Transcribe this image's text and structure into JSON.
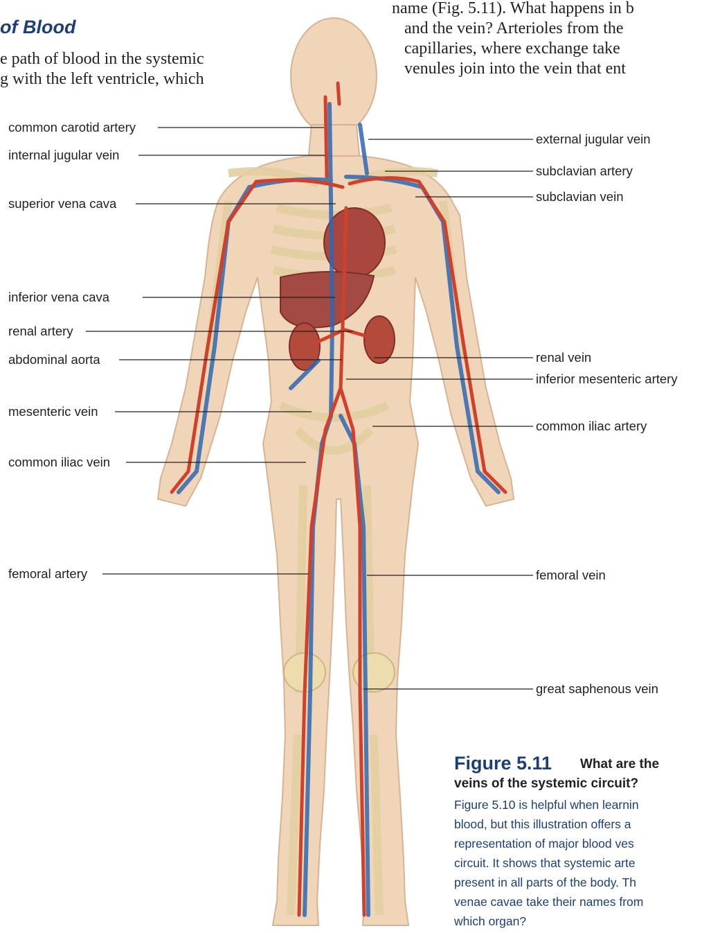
{
  "section_title": "of Blood",
  "intro_left": [
    "e path of blood in the systemic",
    "g with the left ventricle, which"
  ],
  "intro_right": [
    "name (Fig. 5.11). What happens in b",
    "and the vein? Arterioles from the",
    "capillaries, where exchange take",
    "venules join into the vein that ent"
  ],
  "labels_left": [
    "common carotid artery",
    "internal jugular vein",
    "superior vena cava",
    "inferior vena cava",
    "renal artery",
    "abdominal aorta",
    "mesenteric vein",
    "common iliac vein",
    "femoral artery"
  ],
  "labels_right": [
    "external jugular vein",
    "subclavian artery",
    "subclavian vein",
    "renal vein",
    "inferior mesenteric artery",
    "common iliac artery",
    "femoral vein",
    "great saphenous vein"
  ],
  "caption": {
    "figure_number": "Figure 5.11",
    "question_line1": "What are the",
    "question_line2": "veins of the systemic circuit?",
    "body": [
      "Figure 5.10 is helpful when learnin",
      "blood, but this illustration offers a",
      "representation of major blood ves",
      "circuit. It shows that systemic arte",
      "present in all parts of the body. Th",
      "venae cavae take their names from",
      "which organ?"
    ]
  },
  "colors": {
    "artery": "#d0402b",
    "vein": "#2f67b1",
    "skin": "#f1d5b8",
    "bone": "#ecdcae",
    "organ": "#a9463f",
    "caption_blue": "#1b3f7a"
  }
}
